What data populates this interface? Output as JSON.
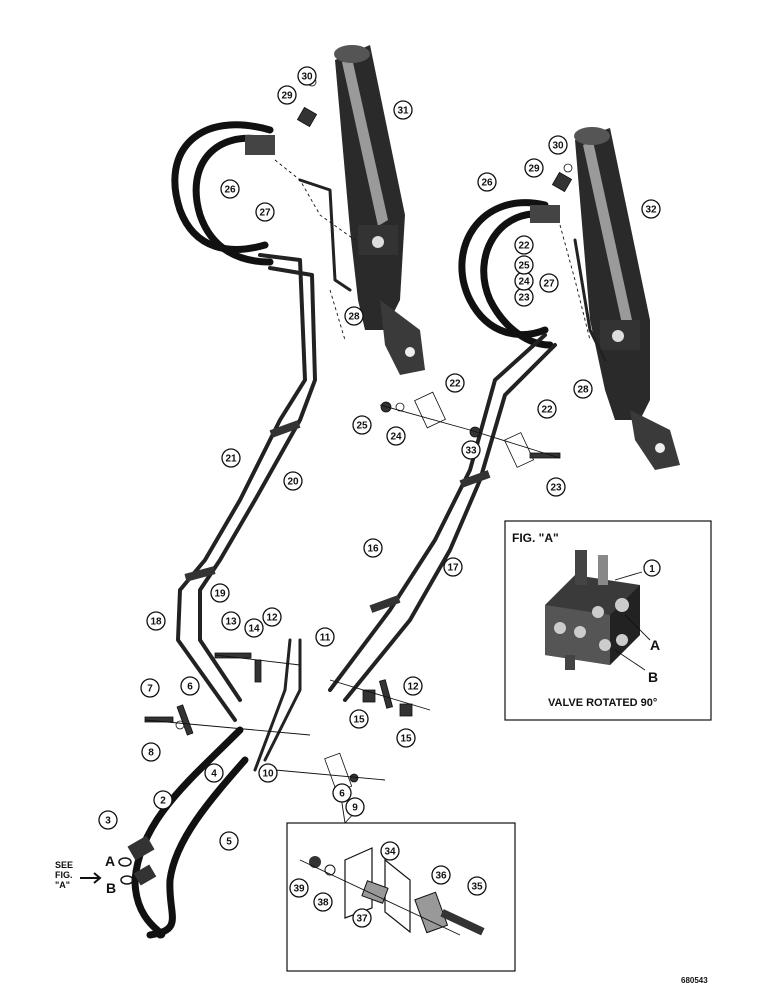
{
  "figure_note": {
    "see_fig_line1": "SEE",
    "see_fig_line2": "FIG.",
    "see_fig_line3": "\"A\""
  },
  "port_labels": {
    "a": "A",
    "b": "B"
  },
  "inset_fig_a": {
    "title": "FIG. \"A\"",
    "caption": "VALVE ROTATED 90°",
    "port_a": "A",
    "port_b": "B",
    "callout": "1"
  },
  "drawing_number": "680543",
  "callouts": [
    "2",
    "3",
    "4",
    "5",
    "6",
    "6",
    "7",
    "8",
    "9",
    "10",
    "11",
    "12",
    "12",
    "13",
    "14",
    "15",
    "15",
    "16",
    "17",
    "18",
    "19",
    "20",
    "21",
    "22",
    "22",
    "22",
    "23",
    "23",
    "24",
    "24",
    "25",
    "25",
    "26",
    "26",
    "27",
    "27",
    "28",
    "28",
    "29",
    "29",
    "30",
    "30",
    "31",
    "32",
    "33",
    "34",
    "35",
    "36",
    "37",
    "38",
    "39"
  ]
}
